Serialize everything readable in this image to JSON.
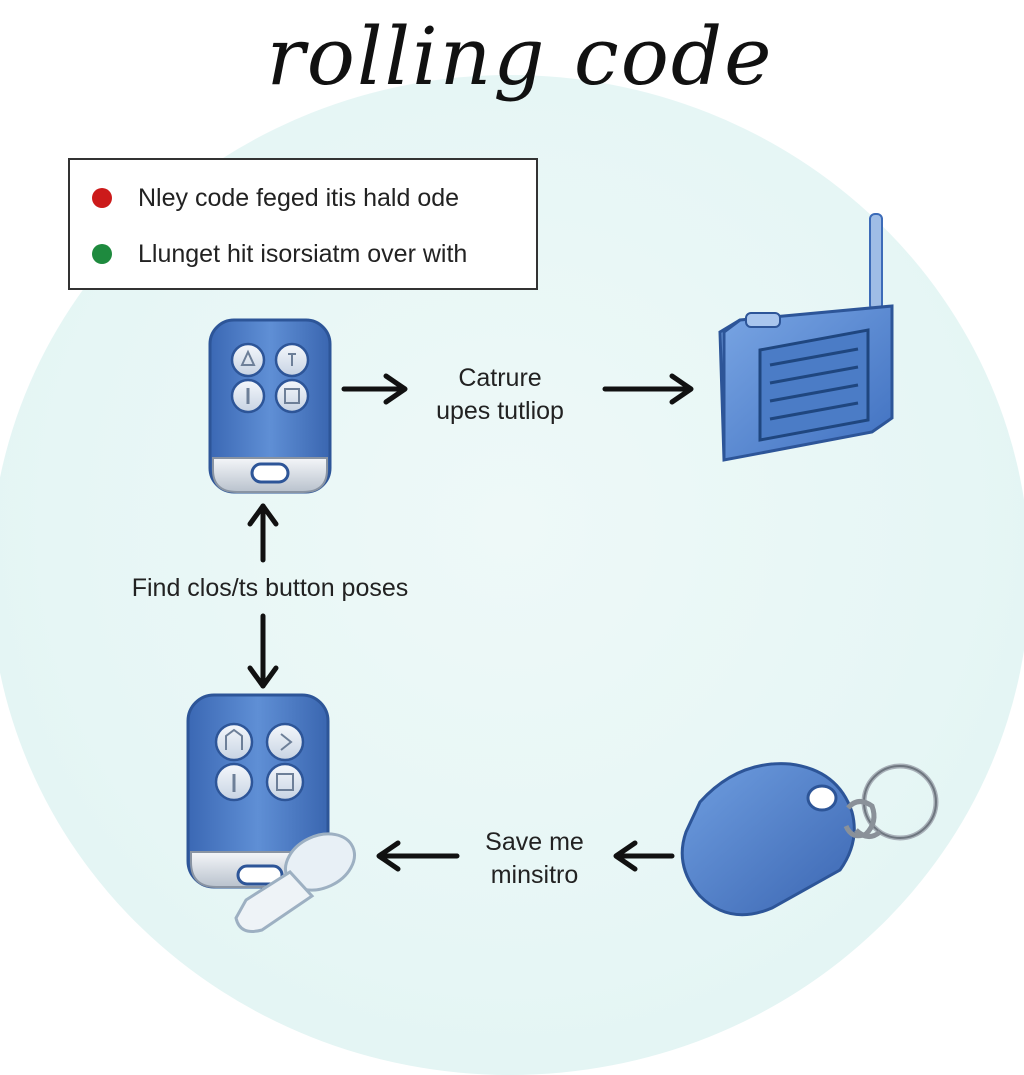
{
  "title": "rolling code",
  "legend": {
    "items": [
      {
        "text": "Nley code feged itis hald ode",
        "color": "#cc1a1a"
      },
      {
        "text": "Llunget hit isorsiatm over with",
        "color": "#1e8a3e"
      }
    ]
  },
  "labels": {
    "capture": [
      "Catrure",
      "upes tutliop"
    ],
    "find": "Find clos/ts button poses",
    "save": [
      "Save me",
      "minsitro"
    ]
  },
  "colors": {
    "fob_body": "#4f7fc7",
    "fob_dark": "#2d5598",
    "receiver": "#5b8fd6",
    "background": "#e6f6f5"
  },
  "icons": {
    "top_fob": "remote-key-fob-icon",
    "receiver": "garage-receiver-icon",
    "bottom_fob": "remote-key-fob-icon",
    "keychain": "keychain-tag-icon"
  }
}
